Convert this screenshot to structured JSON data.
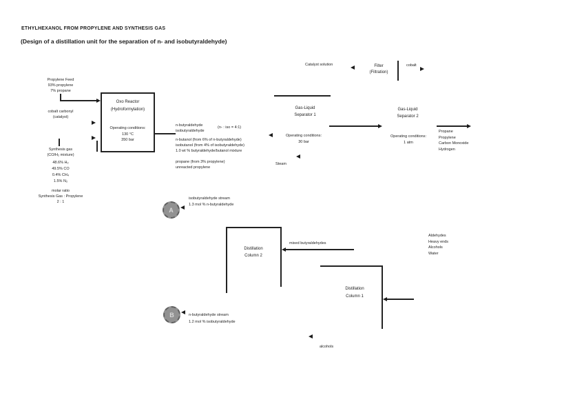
{
  "page": {
    "title": "ETHYLHEXANOL FROM PROPYLENE AND SYNTHESIS GAS",
    "subtitle": "(Design of a distillation unit for the separation of n- and isobutyraldehyde)"
  },
  "colors": {
    "ink": "#1c1c1c",
    "node_fill": "#929292",
    "node_border": "#5f5f5f",
    "node_text": "#d9d9d9"
  },
  "propylene_feed": {
    "name": "Propylene Feed",
    "comp1": "93% propylene",
    "comp2": "7% propane"
  },
  "catalyst_feed": {
    "line1": "cobalt carbonyl",
    "line2": "(catalyst)"
  },
  "syngas_feed": {
    "name": "Synthesis gas",
    "desc": "(CO/H₂ mixture)",
    "composition": [
      "48.6% H₂",
      "49.5% CO",
      "0.4% CH₄",
      "1.5% N₂"
    ],
    "ratio_label": "molar ratio",
    "ratio_name": "Synthesis Gas : Propylene",
    "ratio_value": "2 : 1"
  },
  "oxo_reactor": {
    "name_line1": "Oxo Reactor",
    "name_line2": "(Hydroformylation)",
    "conditions_label": "Operating conditions:",
    "temperature": "130 °C",
    "pressure": "350 bar"
  },
  "reactor_products": {
    "line1": "n-butyraldehyde",
    "line2": "isobutyraldehyde",
    "ratio": "(n- : iso = 4:1)",
    "line3": "n-butanol (from 6% of n-butyraldehyde)",
    "line4": "isobutanol (from 4% of isobutyraldehyde)",
    "line5": "1.0 wt % butyraldehyde/butanol mixture",
    "line6": "propane (from 3% propylene)",
    "line7": "unreacted propylene"
  },
  "filter": {
    "catalyst_solution": "Catalyst solution",
    "name_line1": "Filter",
    "name_line2": "(Filtration)",
    "cobalt": "cobalt"
  },
  "separator1": {
    "name_line1": "Gas-Liquid",
    "name_line2": "Separator 1",
    "conditions_label": "Operating conditions:",
    "pressure": "30 bar",
    "steam": "Steam"
  },
  "separator2": {
    "name_line1": "Gas-Liquid",
    "name_line2": "Separator 2",
    "conditions_label": "Operating conditions:",
    "pressure": "1 atm",
    "offgas": [
      "Propane",
      "Propylene",
      "Carbon Monoxide",
      "Hydrogen"
    ]
  },
  "stream_a": {
    "label": "A",
    "line1": "isobutyraldehyde stream",
    "line2": "1.3 mol % n-butyraldehyde"
  },
  "stream_b": {
    "label": "B",
    "line1": "n-butyraldehyde stream",
    "line2": "1.2 mol % isobutyraldehyde"
  },
  "column2": {
    "name_line1": "Distillation",
    "name_line2": "Column 2",
    "feed_label": "mixed butyraldehydes"
  },
  "column1": {
    "name_line1": "Distillation",
    "name_line2": "Column 1",
    "feed_components": [
      "Aldehydes",
      "Heavy ends",
      "Alcohols",
      "Water"
    ],
    "bottoms_label": "alcohols"
  }
}
